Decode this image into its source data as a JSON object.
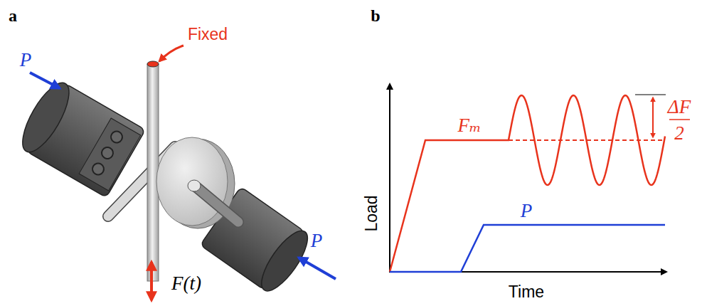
{
  "diagram": {
    "labels": [
      "a",
      "b",
      "Fixed",
      "P",
      "P",
      "F(t)",
      "Fₘ",
      "ΔF",
      "2",
      "P",
      "Load",
      "Time"
    ]
  }
}
